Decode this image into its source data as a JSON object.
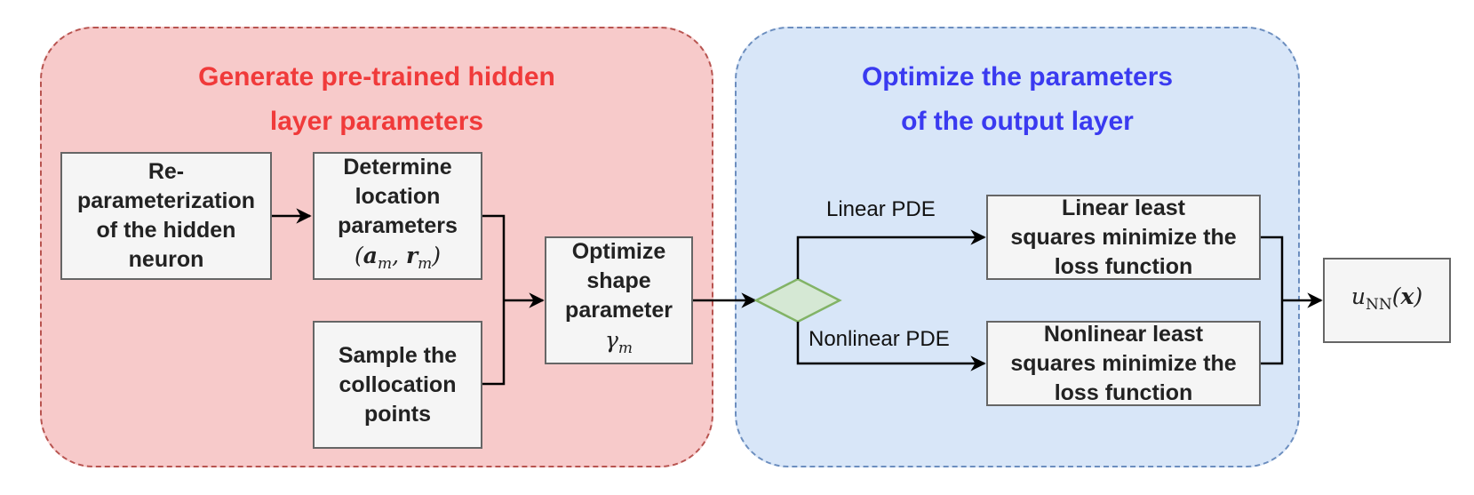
{
  "panels": {
    "left_title_line1": "Generate pre-trained hidden",
    "left_title_line2": "layer parameters",
    "right_title_line1": "Optimize the parameters",
    "right_title_line2": "of the output layer"
  },
  "nodes": {
    "reparam": [
      "Re-",
      "parameterization",
      "of the hidden",
      "neuron"
    ],
    "location": [
      "Determine",
      "location",
      "parameters"
    ],
    "location_math": "(a_m, r_m)",
    "sample": [
      "Sample the",
      "collocation",
      "points"
    ],
    "shape": [
      "Optimize",
      "shape",
      "parameter"
    ],
    "shape_math": "γ_m",
    "linear": [
      "Linear least",
      "squares minimize the",
      "loss function"
    ],
    "nonlinear": [
      "Nonlinear least",
      "squares minimize the",
      "loss function"
    ],
    "output_math": "u_NN(x)"
  },
  "edge_labels": {
    "linear": "Linear PDE",
    "nonlinear": "Nonlinear PDE"
  },
  "colors": {
    "left_panel_fill": "#f7caca",
    "left_panel_border": "#b85450",
    "left_title": "#f03a3a",
    "right_panel_fill": "#d8e6f8",
    "right_panel_border": "#6c8ebf",
    "right_title": "#3a3af0",
    "box_fill": "#f5f5f5",
    "box_border": "#666666",
    "decision_fill": "#d5e8d4",
    "decision_border": "#82b366"
  }
}
